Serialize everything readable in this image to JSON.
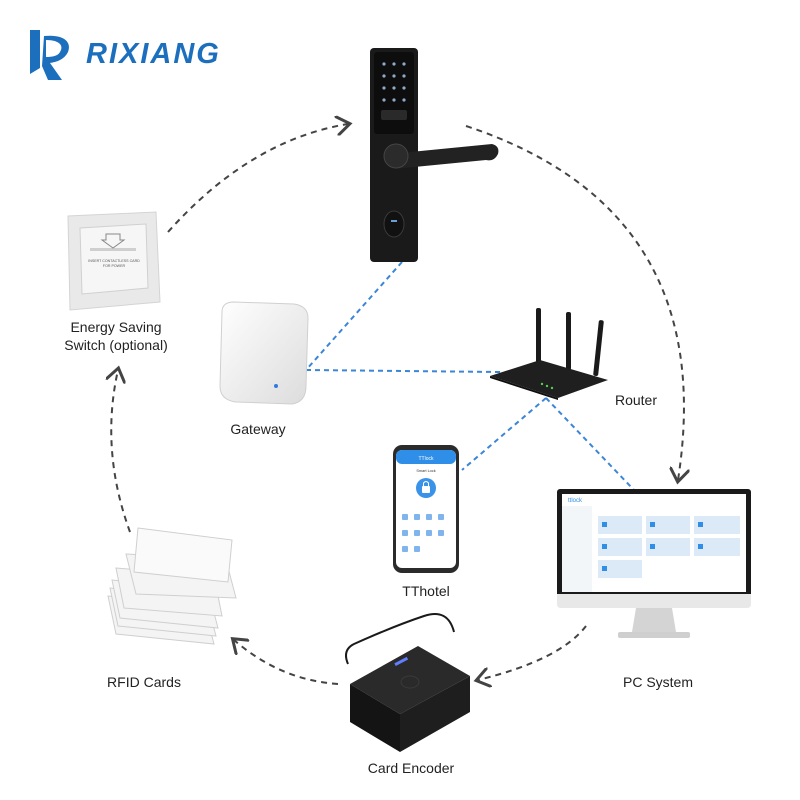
{
  "brand": {
    "name": "RIXIANG",
    "color": "#1c6fbd"
  },
  "colors": {
    "flow_line": "#444444",
    "network_line": "#3b86d6"
  },
  "devices": {
    "energy_switch": {
      "label_line1": "Energy Saving",
      "label_line2": "Switch (optional)",
      "plate_text_line1": "INSERT CONTACTLESS CARD",
      "plate_text_line2": "FOR POWER"
    },
    "gateway": {
      "label": "Gateway"
    },
    "router": {
      "label": "Router"
    },
    "phone": {
      "label": "TThotel",
      "app_title": "TTlock",
      "screen_title": "Smart Lock"
    },
    "pc": {
      "label": "PC System",
      "app_name": "ttlock"
    },
    "rfid": {
      "label": "RFID Cards"
    },
    "encoder": {
      "label": "Card Encoder"
    }
  }
}
